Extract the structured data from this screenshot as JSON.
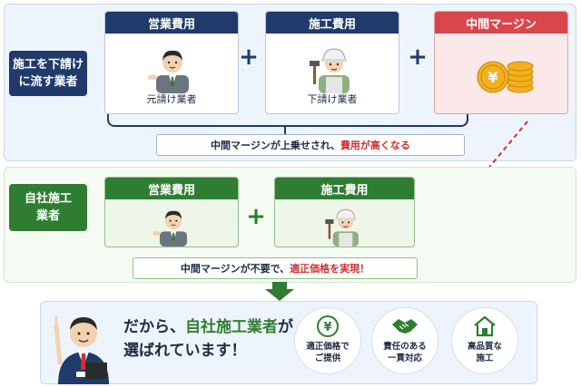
{
  "top": {
    "side_label": "施工を下請け\nに流す業者",
    "cards": [
      {
        "title": "営業費用",
        "caption": "元請け業者"
      },
      {
        "title": "施工費用",
        "caption": "下請け業者"
      },
      {
        "title": "中間マージン",
        "caption": ""
      }
    ],
    "plus": "+",
    "banner_plain": "中間マージンが上乗せされ、",
    "banner_emphasis": "費用が高くなる"
  },
  "middle": {
    "side_label": "自社施工\n業者",
    "cards": [
      {
        "title": "営業費用"
      },
      {
        "title": "施工費用"
      }
    ],
    "plus": "+",
    "banner_plain": "中間マージンが不要で、",
    "banner_emphasis": "適正価格を実現！"
  },
  "bottom": {
    "headline_line1_a": "だから、",
    "headline_line1_b": "自社施工業者",
    "headline_line1_c": "が",
    "headline_line2": "選ばれています！",
    "features": [
      {
        "icon": "yen-icon",
        "text": "適正価格で\nご提供"
      },
      {
        "icon": "handshake-icon",
        "text": "責任のある\n一貫対応"
      },
      {
        "icon": "house-icon",
        "text": "高品質な\n施工"
      }
    ]
  },
  "colors": {
    "navy": "#1f3a6b",
    "green": "#2f7d32",
    "red": "#d9474d",
    "emphasis": "#d32f2f"
  }
}
